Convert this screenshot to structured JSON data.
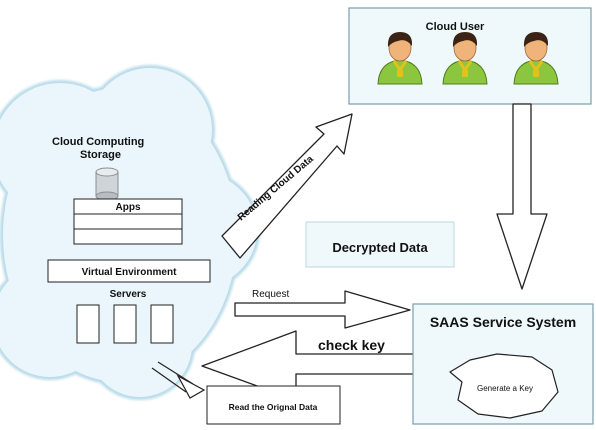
{
  "cloud": {
    "title_line1": "Cloud Computing",
    "title_line2": "Storage",
    "apps_label": "Apps",
    "virtual_env_label": "Virtual Environment",
    "servers_label": "Servers"
  },
  "cloud_user": {
    "title": "Cloud User",
    "users": [
      {
        "icon": "user-icon"
      },
      {
        "icon": "user-icon"
      },
      {
        "icon": "user-icon"
      }
    ]
  },
  "arrows": {
    "reading_cloud_data": "Reading Cloud Data",
    "request": "Request",
    "check_key": "check key"
  },
  "decrypted_data": {
    "label": "Decrypted Data"
  },
  "saas": {
    "title": "SAAS Service System",
    "generate_key": "Generate a Key"
  },
  "read_original": {
    "label": "Read the Orignal Data"
  },
  "colors": {
    "cloud_fill": "#eaf6fb",
    "cloud_stroke": "#b9dbe9",
    "box_fill": "#eff9fc",
    "box_stroke": "#7c9ea8",
    "skin": "#f0b47a",
    "hair": "#3b2416",
    "shirt": "#8cc63f",
    "shirt_trim": "#e2c21a"
  }
}
